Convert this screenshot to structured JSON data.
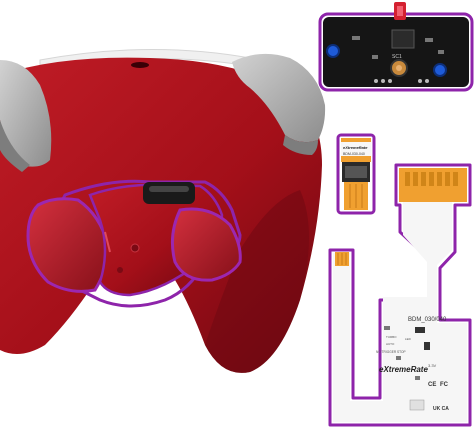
{
  "product_image": {
    "colors": {
      "background": "#ffffff",
      "shell_red": "#a8101a",
      "shell_dark": "#5e0810",
      "grip_grey": "#b4b4b4",
      "outline_purple": "#8e24aa",
      "flex_orange": "#f0a030",
      "pcb_black": "#151515",
      "board_white": "#f6f6f6"
    },
    "pcb_board": {
      "silkscreen_label": "SC1"
    },
    "small_flex_cable": {
      "brand": "eXtremeRate",
      "code": "BDM-030-040"
    },
    "main_flex_board": {
      "part_code": "BDM_030/040",
      "brand": "eXtremeRate",
      "labels": [
        "TURBO",
        "AUTO",
        "LED",
        "3.3V",
        "NO TRIGGER STOP"
      ],
      "marks": [
        "CE",
        "FC",
        "UK CA"
      ]
    }
  }
}
